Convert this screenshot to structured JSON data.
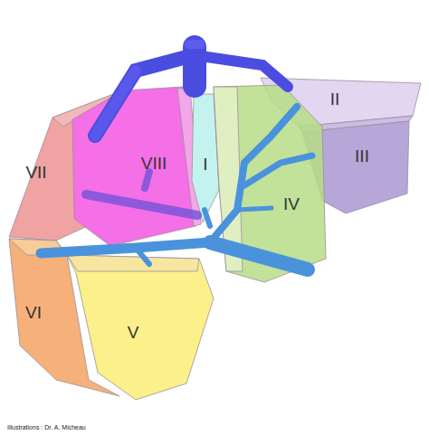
{
  "diagram": {
    "nodes": [
      {
        "text": [
          "I"
        ]
      },
      {
        "text": [
          "II"
        ]
      },
      {
        "text": [
          "III"
        ]
      },
      {
        "text": [
          "IV"
        ]
      },
      {
        "text": [
          "V"
        ]
      },
      {
        "text": [
          "VI"
        ]
      },
      {
        "text": [
          "VII"
        ]
      },
      {
        "text": [
          "VIII"
        ]
      }
    ],
    "labels": [
      "Illustrations : Dr. A. Micheau"
    ]
  }
}
